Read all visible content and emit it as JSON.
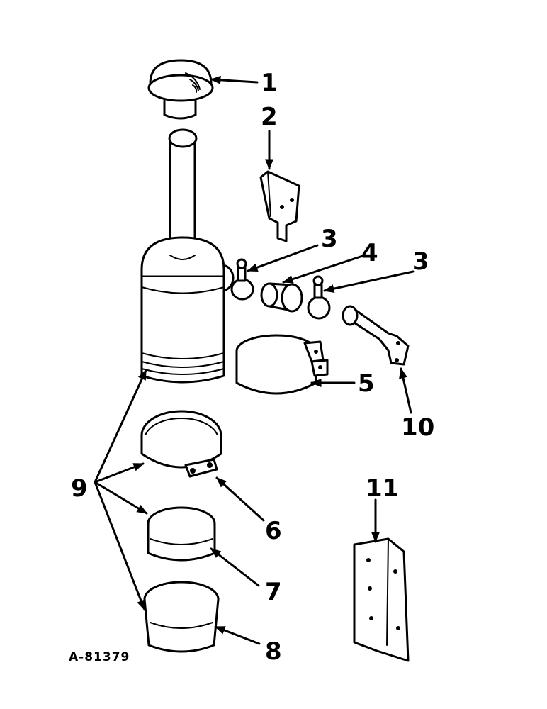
{
  "callouts": [
    {
      "id": "c1",
      "text": "1"
    },
    {
      "id": "c2",
      "text": "2"
    },
    {
      "id": "c3a",
      "text": "3"
    },
    {
      "id": "c4",
      "text": "4"
    },
    {
      "id": "c3b",
      "text": "3"
    },
    {
      "id": "c5",
      "text": "5"
    },
    {
      "id": "c10",
      "text": "10"
    },
    {
      "id": "c9",
      "text": "9"
    },
    {
      "id": "c6",
      "text": "6"
    },
    {
      "id": "c7",
      "text": "7"
    },
    {
      "id": "c11",
      "text": "11"
    },
    {
      "id": "c8",
      "text": "8"
    }
  ],
  "reference": "A-81379"
}
